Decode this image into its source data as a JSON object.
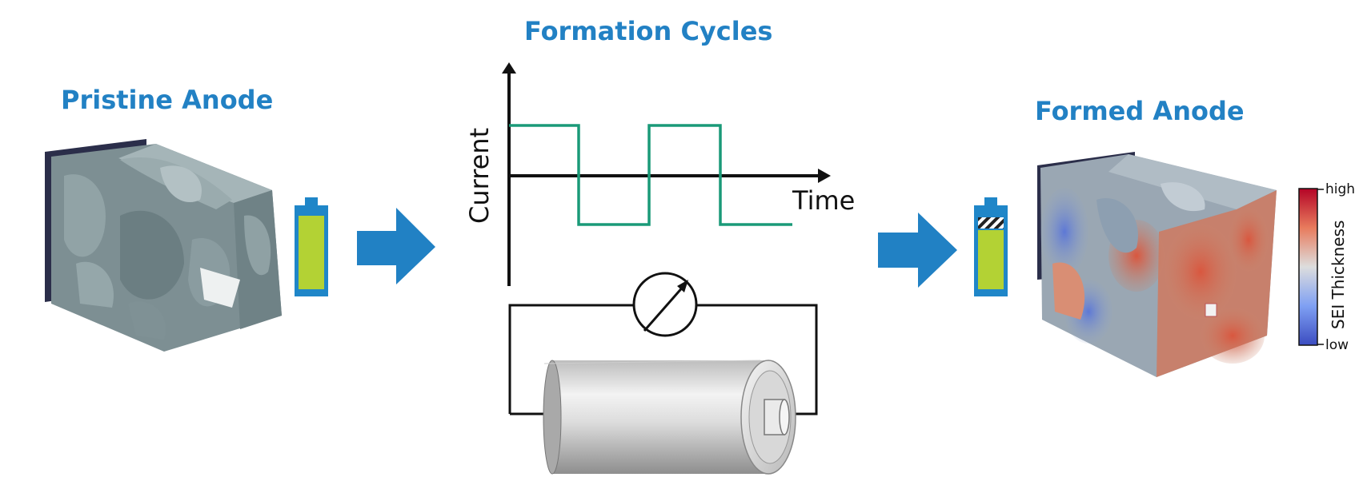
{
  "titles": {
    "pristine": "Pristine Anode",
    "formation": "Formation Cycles",
    "formed": "Formed Anode"
  },
  "plot": {
    "ylabel": "Current",
    "xlabel": "Time"
  },
  "colorbar": {
    "label": "SEI Thickness",
    "high": "high",
    "low": "low",
    "colors": [
      "#b40426",
      "#dddddd",
      "#3b4cc0"
    ]
  },
  "colors": {
    "title_blue": "#2281c4",
    "arrow_blue": "#2181c4",
    "signal_green": "#1a9a78",
    "battery_blue": "#1f86c8",
    "battery_fill": "#b3d234",
    "particle_grey": "#7d8f93"
  }
}
